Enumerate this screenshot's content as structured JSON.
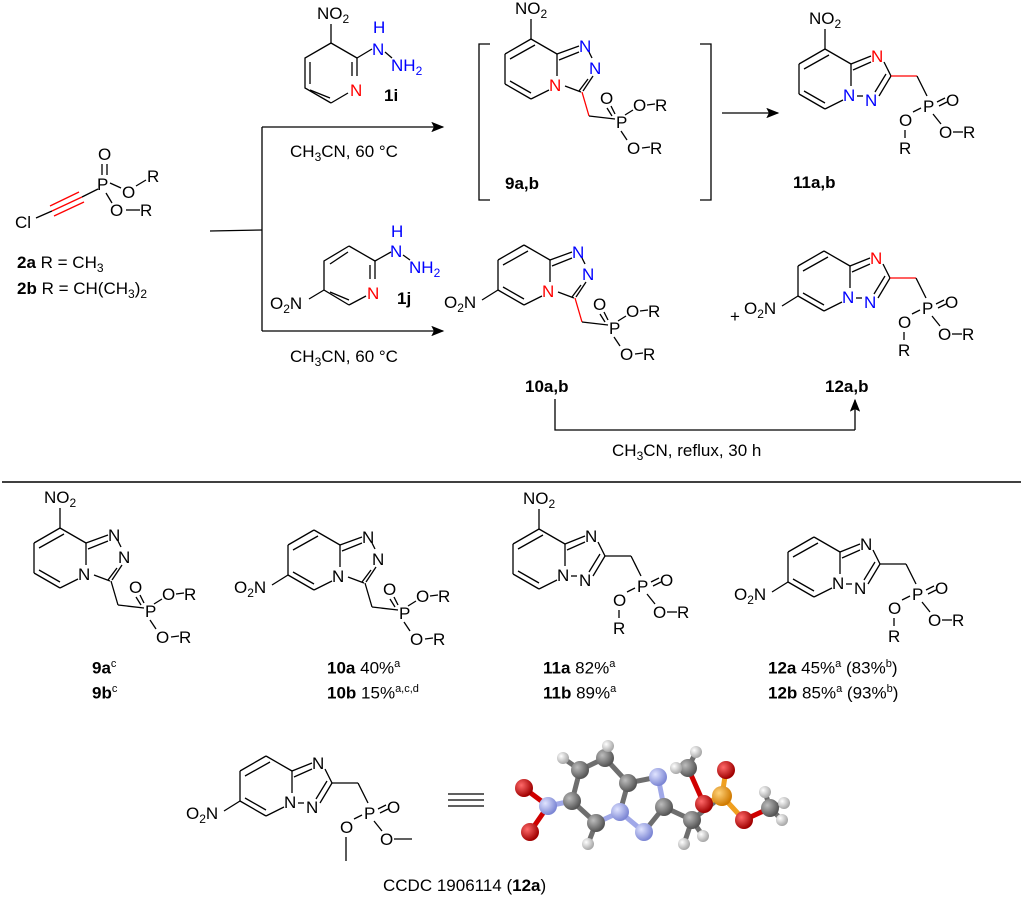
{
  "scheme": {
    "reagent": {
      "id": "2",
      "atoms": {
        "cl": "Cl",
        "p": "P",
        "o": "O",
        "r": "R"
      },
      "definitions": [
        {
          "label": "2a",
          "text": "R = CH",
          "sub": "3",
          "tail": ""
        },
        {
          "label": "2b",
          "text": "R = CH(CH",
          "sub": "3",
          "tail": ")",
          "sub2": "2"
        }
      ]
    },
    "reactants": [
      {
        "label": "1i",
        "substituent": "NO2",
        "hydrazine": [
          "H",
          "N",
          "NH2"
        ],
        "ring_n": "N"
      },
      {
        "label": "1j",
        "substituent": "O2N",
        "hydrazine": [
          "H",
          "N",
          "NH2"
        ],
        "ring_n": "N"
      }
    ],
    "conditions": [
      {
        "id": "upper",
        "text_pre": "CH",
        "sub": "3",
        "text_post": "CN, 60 °C"
      },
      {
        "id": "lower",
        "text_pre": "CH",
        "sub": "3",
        "text_post": "CN, 60 °C"
      },
      {
        "id": "rearrangement",
        "text_pre": "CH",
        "sub": "3",
        "text_post": "CN, reflux, 30 h"
      }
    ],
    "intermediates_bracketed": {
      "label": "9a,b"
    },
    "products_top": [
      {
        "label": "9a,b",
        "type": "[1,2,4]triazolo[4,3-a]pyridine",
        "nitro": "NO2"
      },
      {
        "label": "11a,b",
        "type": "[1,2,4]triazolo[1,5-a]pyridine",
        "nitro": "NO2"
      },
      {
        "label": "10a,b",
        "type": "[1,2,4]triazolo[4,3-a]pyridine",
        "nitro": "O2N"
      },
      {
        "label": "12a,b",
        "type": "[1,2,4]triazolo[1,5-a]pyridine",
        "nitro": "O2N"
      }
    ],
    "plus": "+"
  },
  "yields": [
    {
      "compound": "9a",
      "value": "",
      "notes": "c",
      "extra": ""
    },
    {
      "compound": "9b",
      "value": "",
      "notes": "c",
      "extra": ""
    },
    {
      "compound": "10a",
      "value": "40%",
      "notes": "a",
      "extra": ""
    },
    {
      "compound": "10b",
      "value": "15%",
      "notes": "a,c,d",
      "extra": ""
    },
    {
      "compound": "11a",
      "value": "82%",
      "notes": "a",
      "extra": ""
    },
    {
      "compound": "11b",
      "value": "89%",
      "notes": "a",
      "extra": ""
    },
    {
      "compound": "12a",
      "value": "45%",
      "notes": "a",
      "extra_pre": "(83%",
      "extra_note": "b",
      "extra_post": ")"
    },
    {
      "compound": "12b",
      "value": "85%",
      "notes": "a",
      "extra_pre": "(93%",
      "extra_note": "b",
      "extra_post": ")"
    }
  ],
  "crystal": {
    "equivalence": "≡",
    "caption_pre": "CCDC 1906114 (",
    "caption_bold": "12a",
    "caption_post": ")",
    "atom_colors": {
      "C": "#6e6e6e",
      "H": "#dcdcdc",
      "N": "#a0a8e8",
      "O": "#d00000",
      "P": "#f0a020"
    }
  },
  "colors": {
    "bond": "#000000",
    "new_bond": "#ff0000",
    "hydrazine_n": "#0000ff",
    "ring_n": "#ff0000"
  }
}
